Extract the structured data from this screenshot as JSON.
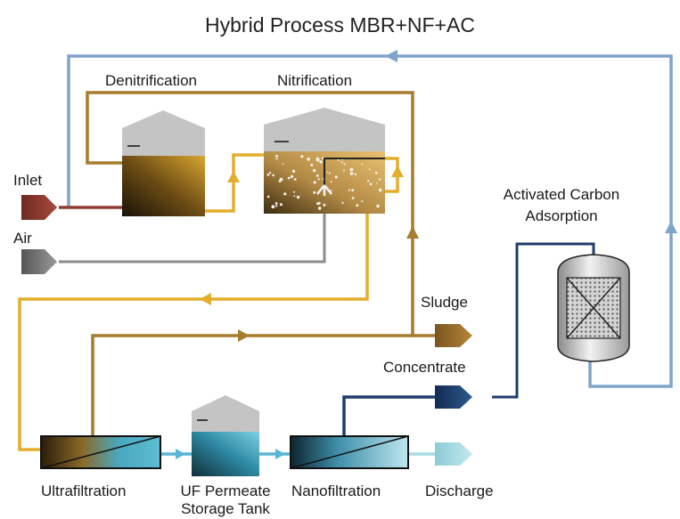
{
  "title": "Hybrid Process MBR+NF+AC",
  "labels": {
    "denitrification": "Denitrification",
    "nitrification": "Nitrification",
    "inlet": "Inlet",
    "air": "Air",
    "activated_carbon_line1": "Activated Carbon",
    "activated_carbon_line2": "Adsorption",
    "sludge": "Sludge",
    "concentrate": "Concentrate",
    "ultrafiltration": "Ultrafiltration",
    "uf_tank_line1": "UF Permeate",
    "uf_tank_line2": "Storage Tank",
    "nanofiltration": "Nanofiltration",
    "discharge": "Discharge"
  },
  "colors": {
    "sludge_line": "#a67c2e",
    "return_line": "#e3ae2c",
    "recycle_line": "#7fa3cc",
    "concentrate_line": "#1f3d6b",
    "permeate_line": "#58b6d4",
    "discharge_line": "#a8dbe3",
    "inlet_arrow": "#8e3a30",
    "air_arrow": "#7a7a7a",
    "tank_roof": "#c4c4c4"
  }
}
